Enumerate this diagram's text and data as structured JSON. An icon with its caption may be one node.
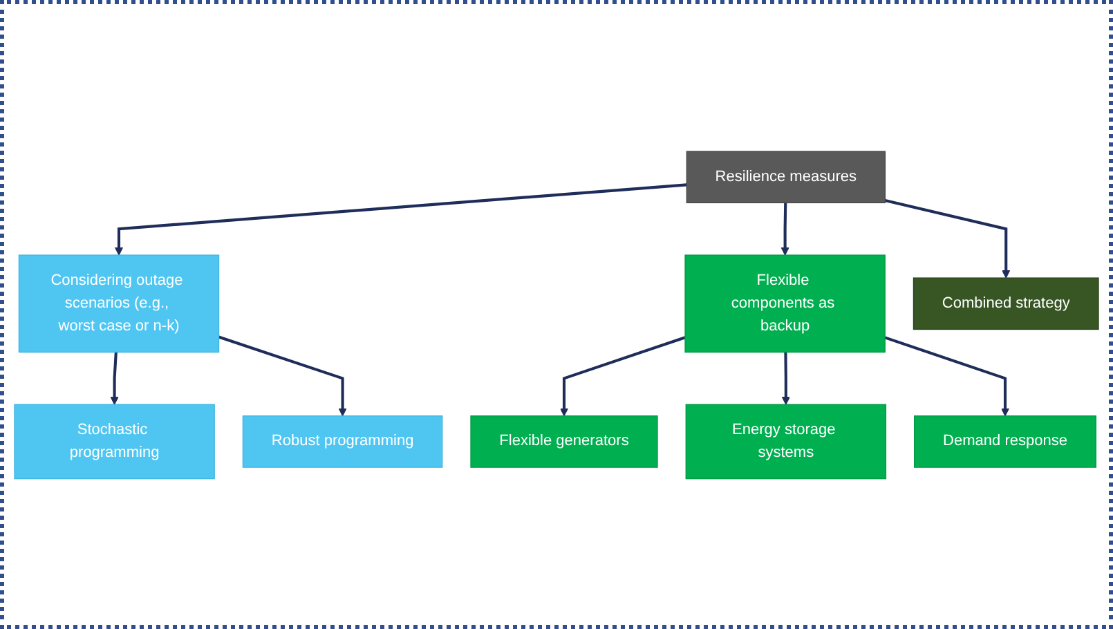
{
  "diagram": {
    "nodes": [
      {
        "text": [
          "Resilience measures"
        ]
      },
      {
        "text": [
          "Considering outage scenarios (e.g., worst case or n-k)"
        ]
      },
      {
        "text": [
          "Flexible components as backup"
        ]
      },
      {
        "text": [
          "Combined strategy"
        ]
      },
      {
        "text": [
          "Stochastic programming"
        ]
      },
      {
        "text": [
          "Robust programming"
        ]
      },
      {
        "text": [
          "Flexible generators"
        ]
      },
      {
        "text": [
          "Energy storage systems"
        ]
      },
      {
        "text": [
          "Demand response"
        ]
      }
    ],
    "edges": [
      {
        "from": 0,
        "to": 1,
        "arrow": "to"
      },
      {
        "from": 0,
        "to": 2,
        "arrow": "to"
      },
      {
        "from": 0,
        "to": 3,
        "arrow": "to"
      },
      {
        "from": 1,
        "to": 4,
        "arrow": "to"
      },
      {
        "from": 1,
        "to": 5,
        "arrow": "to"
      },
      {
        "from": 2,
        "to": 6,
        "arrow": "to"
      },
      {
        "from": 2,
        "to": 7,
        "arrow": "to"
      },
      {
        "from": 2,
        "to": 8,
        "arrow": "to"
      }
    ]
  }
}
